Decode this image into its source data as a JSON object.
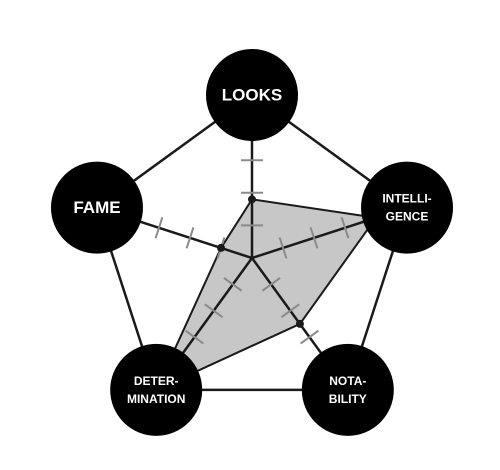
{
  "chart_data": {
    "type": "radar",
    "axes": [
      {
        "label_lines": [
          "LOOKS"
        ]
      },
      {
        "label_lines": [
          "INTELLI-",
          "GENCE"
        ]
      },
      {
        "label_lines": [
          "NOTA-",
          "BILITY"
        ]
      },
      {
        "label_lines": [
          "DETER-",
          "MINATION"
        ]
      },
      {
        "label_lines": [
          "FAME"
        ]
      }
    ],
    "scale": {
      "min": 0,
      "max": 5,
      "ticks": [
        1,
        2,
        3,
        4
      ]
    },
    "series": [
      {
        "values": [
          1.8,
          4.0,
          2.5,
          5.0,
          1.0
        ]
      }
    ],
    "colors": {
      "fill": "#bdbdbd",
      "line": "#1a1a1a",
      "tick": "#8a8a8a",
      "label_bg": "#000000",
      "label_text": "#ffffff"
    }
  }
}
